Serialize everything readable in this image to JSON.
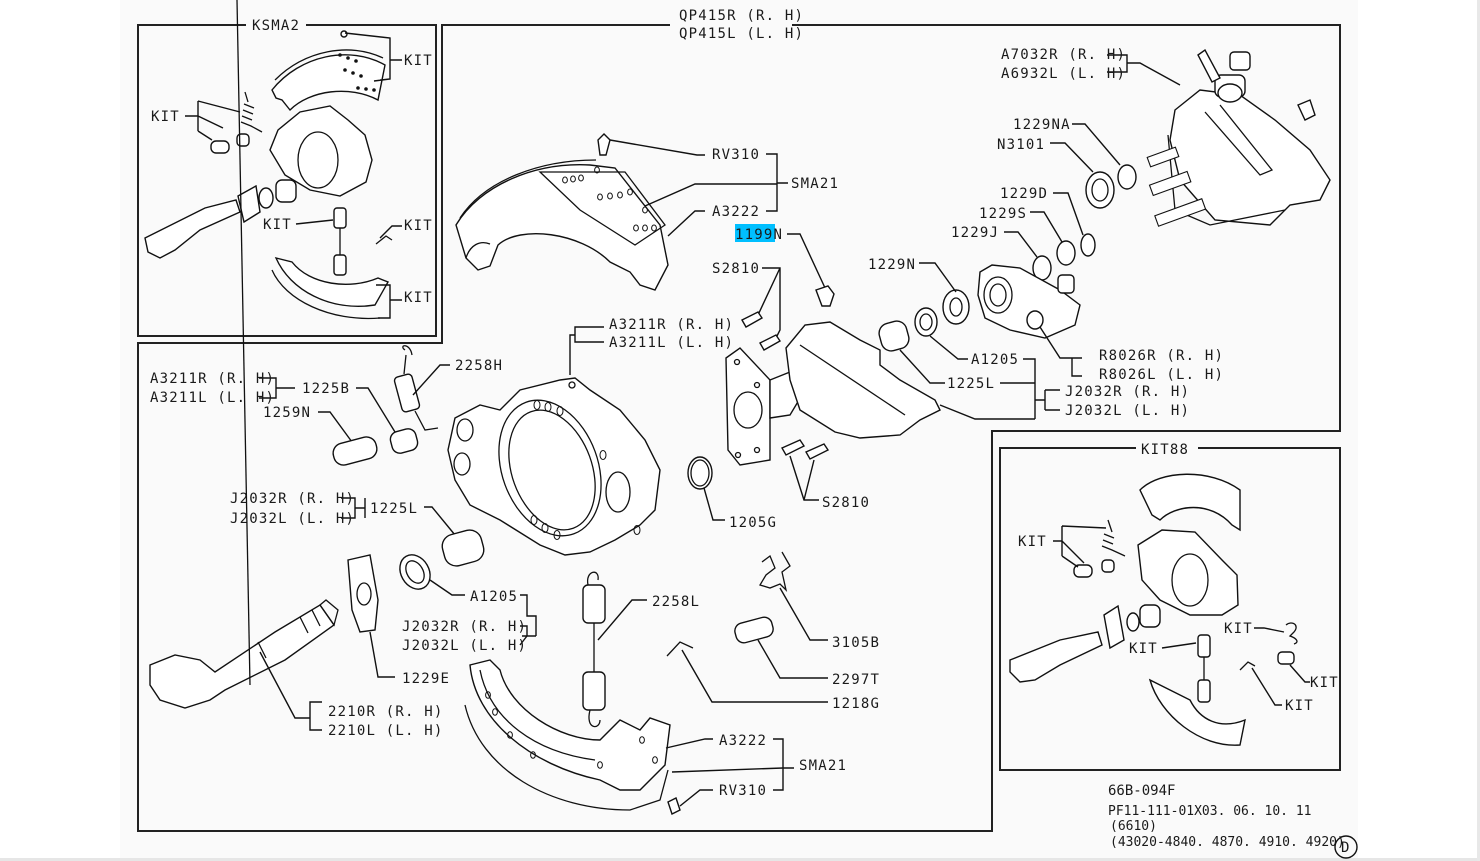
{
  "diagram": {
    "type": "exploded-parts-diagram",
    "subject": "brake assembly",
    "highlight_color": "#00bfff",
    "boxes": {
      "ksma2": {
        "title": "KSMA2",
        "labels": [
          "KIT",
          "KIT",
          "KIT",
          "KIT",
          "KIT"
        ]
      },
      "main": {
        "title_lines": [
          "QP415R (R. H)",
          "QP415L (L. H)"
        ]
      },
      "kit88": {
        "title": "KIT88",
        "labels": [
          "KIT",
          "KIT",
          "KIT",
          "KIT",
          "KIT"
        ]
      }
    },
    "callouts": {
      "rv310_top": "RV310",
      "sma21_top": "SMA21",
      "a3222_top": "A3222",
      "p1199n_highlight": "1199",
      "p1199n_suffix": "N",
      "s2810_top": "S2810",
      "a3211r_mid": "A3211R (R. H)",
      "a3211l_mid": "A3211L (L. H)",
      "a7032r": "A7032R (R. H)",
      "a6932l": "A6932L (L. H)",
      "p1229na": "1229NA",
      "n3101": "N3101",
      "p1229d": "1229D",
      "p1229s": "1229S",
      "p1229j": "1229J",
      "p1229n": "1229N",
      "a1205_right": "A1205",
      "p1225l_right": "1225L",
      "r8026r": "R8026R (R. H)",
      "r8026l": "R8026L (L. H)",
      "j2032r_right": "J2032R (R. H)",
      "j2032l_right": "J2032L (L. H)",
      "a3211r_left": "A3211R (R. H)",
      "a3211l_left": "A3211L (L. H)",
      "p1225b": "1225B",
      "p1259n": "1259N",
      "p2258h": "2258H",
      "j2032r_left": "J2032R (R. H)",
      "j2032l_left": "J2032L (L. H)",
      "p1225l_left": "1225L",
      "p1205g": "1205G",
      "s2810_bottom": "S2810",
      "a1205_left": "A1205",
      "j2032r_lower": "J2032R (R. H)",
      "j2032l_lower": "J2032L (L. H)",
      "p2258l": "2258L",
      "p3105b": "3105B",
      "p2297t": "2297T",
      "p1218g": "1218G",
      "p1229e": "1229E",
      "p2210r": "2210R (R. H)",
      "p2210l": "2210L (L. H)",
      "a3222_bottom": "A3222",
      "sma21_bottom": "SMA21",
      "rv310_bottom": "RV310"
    },
    "footer": {
      "code": "66B-094F",
      "line2": "PF11-111-01X03. 06. 10. 11",
      "line3": "(6610)",
      "line4": "(43020-4840. 4870. 4910. 4920)",
      "circled_letter": "D"
    }
  }
}
